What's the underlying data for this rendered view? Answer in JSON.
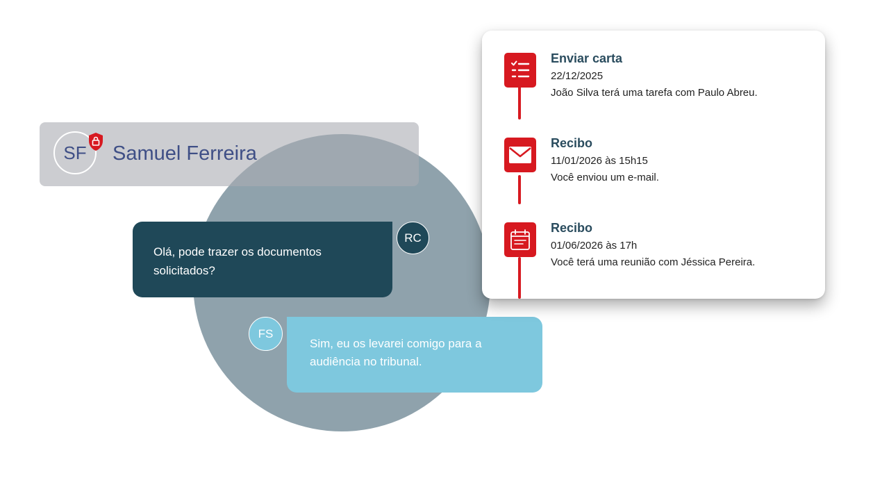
{
  "contact": {
    "initials": "SF",
    "name": "Samuel Ferreira",
    "badge_icon": "lock-shield-icon"
  },
  "messages": [
    {
      "initials": "RC",
      "text": "Olá, pode trazer os documentos solicitados?"
    },
    {
      "initials": "FS",
      "text": "Sim, eu os levarei comigo para a audiência no tribunal."
    }
  ],
  "timeline": {
    "items": [
      {
        "icon": "checklist-icon",
        "title": "Enviar carta",
        "date": "22/12/2025",
        "description": "João Silva terá uma tarefa com Paulo Abreu."
      },
      {
        "icon": "mail-icon",
        "title": "Recibo",
        "date": "11/01/2026 às 15h15",
        "description": "Você enviou um e-mail."
      },
      {
        "icon": "calendar-icon",
        "title": "Recibo",
        "date": "01/06/2026 às 17h",
        "description": "Você terá uma reunião com Jéssica Pereira."
      }
    ]
  },
  "colors": {
    "accent_red": "#d71920",
    "dark_bubble": "#1f4858",
    "light_bubble": "#7ec8de",
    "name_text": "#3f4f86",
    "circle": "#8fa2ac"
  }
}
